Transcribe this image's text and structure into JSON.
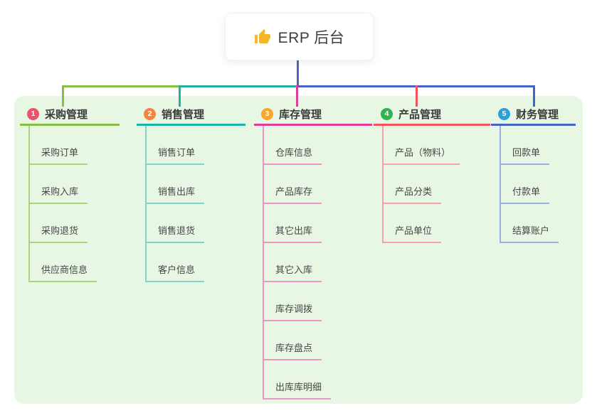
{
  "root": {
    "title": "ERP 后台",
    "icon": "thumbs-up-icon",
    "icon_color": "#f3b82a"
  },
  "branches": [
    {
      "num": "1",
      "label": "采购管理",
      "badge_color": "#ee5169",
      "line_color": "#85c043",
      "light_color": "#abd57d",
      "children": [
        "采购订单",
        "采购入库",
        "采购退货",
        "供应商信息"
      ]
    },
    {
      "num": "2",
      "label": "销售管理",
      "badge_color": "#f8843c",
      "line_color": "#1bb3a7",
      "light_color": "#83d5cc",
      "children": [
        "销售订单",
        "销售出库",
        "销售退货",
        "客户信息"
      ]
    },
    {
      "num": "3",
      "label": "库存管理",
      "badge_color": "#f9a62b",
      "line_color": "#e03e95",
      "light_color": "#ef95c5",
      "children": [
        "仓库信息",
        "产品库存",
        "其它出库",
        "其它入库",
        "库存调拨",
        "库存盘点",
        "出库库明细"
      ]
    },
    {
      "num": "4",
      "label": "产品管理",
      "badge_color": "#30b351",
      "line_color": "#f4525e",
      "light_color": "#f8a2a7",
      "children": [
        "产品（物料）",
        "产品分类",
        "产品单位"
      ]
    },
    {
      "num": "5",
      "label": "财务管理",
      "badge_color": "#2da0dc",
      "line_color": "#4064c7",
      "light_color": "#9cafe0",
      "children": [
        "回款单",
        "付款单",
        "结算账户"
      ]
    }
  ],
  "colors": {
    "canvas_bg": "#ffffff",
    "panel_bg": "#e8f7e4",
    "root_connector": "#515fc9"
  }
}
